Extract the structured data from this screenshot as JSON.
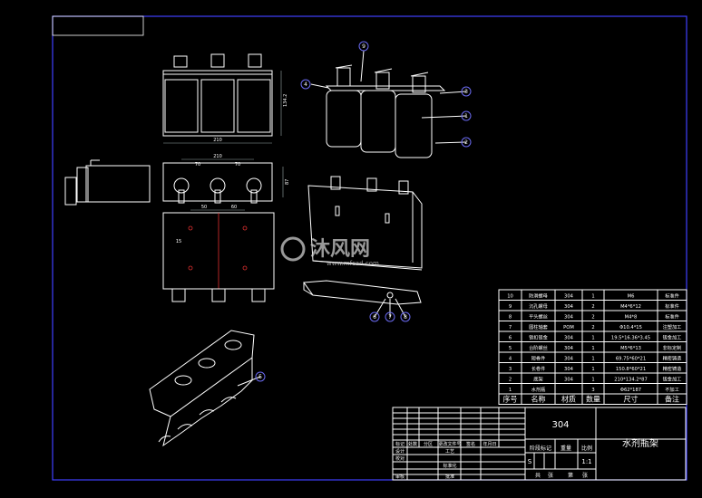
{
  "watermark": {
    "brand": "沐风网",
    "url": "www.mfcad.com"
  },
  "balloons": [
    "1",
    "2",
    "3",
    "4",
    "5",
    "6",
    "7",
    "8",
    "9"
  ],
  "bom_rows": [
    {
      "no": "10",
      "name": "防滑螺母",
      "material": "304",
      "qty": "1",
      "size": "M6",
      "note": "标准件"
    },
    {
      "no": "9",
      "name": "沉孔螺母",
      "material": "304",
      "qty": "2",
      "size": "M4*6*12",
      "note": "标准件"
    },
    {
      "no": "8",
      "name": "平头螺丝",
      "material": "304",
      "qty": "2",
      "size": "M4*8",
      "note": "标准件"
    },
    {
      "no": "7",
      "name": "圆柱轴套",
      "material": "POM",
      "qty": "2",
      "size": "Φ10.4*15",
      "note": "注塑加工"
    },
    {
      "no": "6",
      "name": "锁扣钣金",
      "material": "304",
      "qty": "1",
      "size": "19.5*16.36*3.45",
      "note": "钣金加工"
    },
    {
      "no": "5",
      "name": "台阶螺丝",
      "material": "304",
      "qty": "1",
      "size": "M5*6*13",
      "note": "非标定制"
    },
    {
      "no": "4",
      "name": "短卷件",
      "material": "304",
      "qty": "1",
      "size": "69.75*60*21",
      "note": "精密铸造"
    },
    {
      "no": "3",
      "name": "长卷件",
      "material": "304",
      "qty": "1",
      "size": "150.8*60*21",
      "note": "精密铸造"
    },
    {
      "no": "2",
      "name": "底架",
      "material": "304",
      "qty": "1",
      "size": "210*134.2*87",
      "note": "钣金加工"
    },
    {
      "no": "1",
      "name": "水剂瓶",
      "material": "",
      "qty": "3",
      "size": "Φ62*187",
      "note": "不加工"
    }
  ],
  "bom_header": {
    "no": "序号",
    "name": "名称",
    "material": "材质",
    "qty": "数量",
    "size": "尺寸",
    "note": "备注"
  },
  "title_block": {
    "material": "304",
    "drawing_name": "水剂瓶架",
    "scale": "1:1",
    "stage_mark": "S",
    "labels": {
      "mark": "标记",
      "count": "处数",
      "zone": "分区",
      "doc_no": "更改文件号",
      "sign": "签名",
      "date": "年月日",
      "design": "设计",
      "check": "校对",
      "std": "标准化",
      "craft": "工艺",
      "review": "审核",
      "approve": "批准",
      "stage": "阶段标记",
      "weight": "重量",
      "ratio": "比例",
      "total_prefix": "共",
      "sheet_unit": "张",
      "page_prefix": "第"
    }
  },
  "dims": {
    "front_width": "210",
    "front_height": "134.2",
    "top_width": "210",
    "spacing_a": "70",
    "spacing_b": "70",
    "small_a": "50",
    "small_b": "60",
    "small_c": "15",
    "side_h": "87"
  },
  "colors": {
    "background": "#000000",
    "line": "#ffffff",
    "frame": "#4040ff",
    "accent": "#e03030",
    "balloon": "#6a6af0"
  }
}
